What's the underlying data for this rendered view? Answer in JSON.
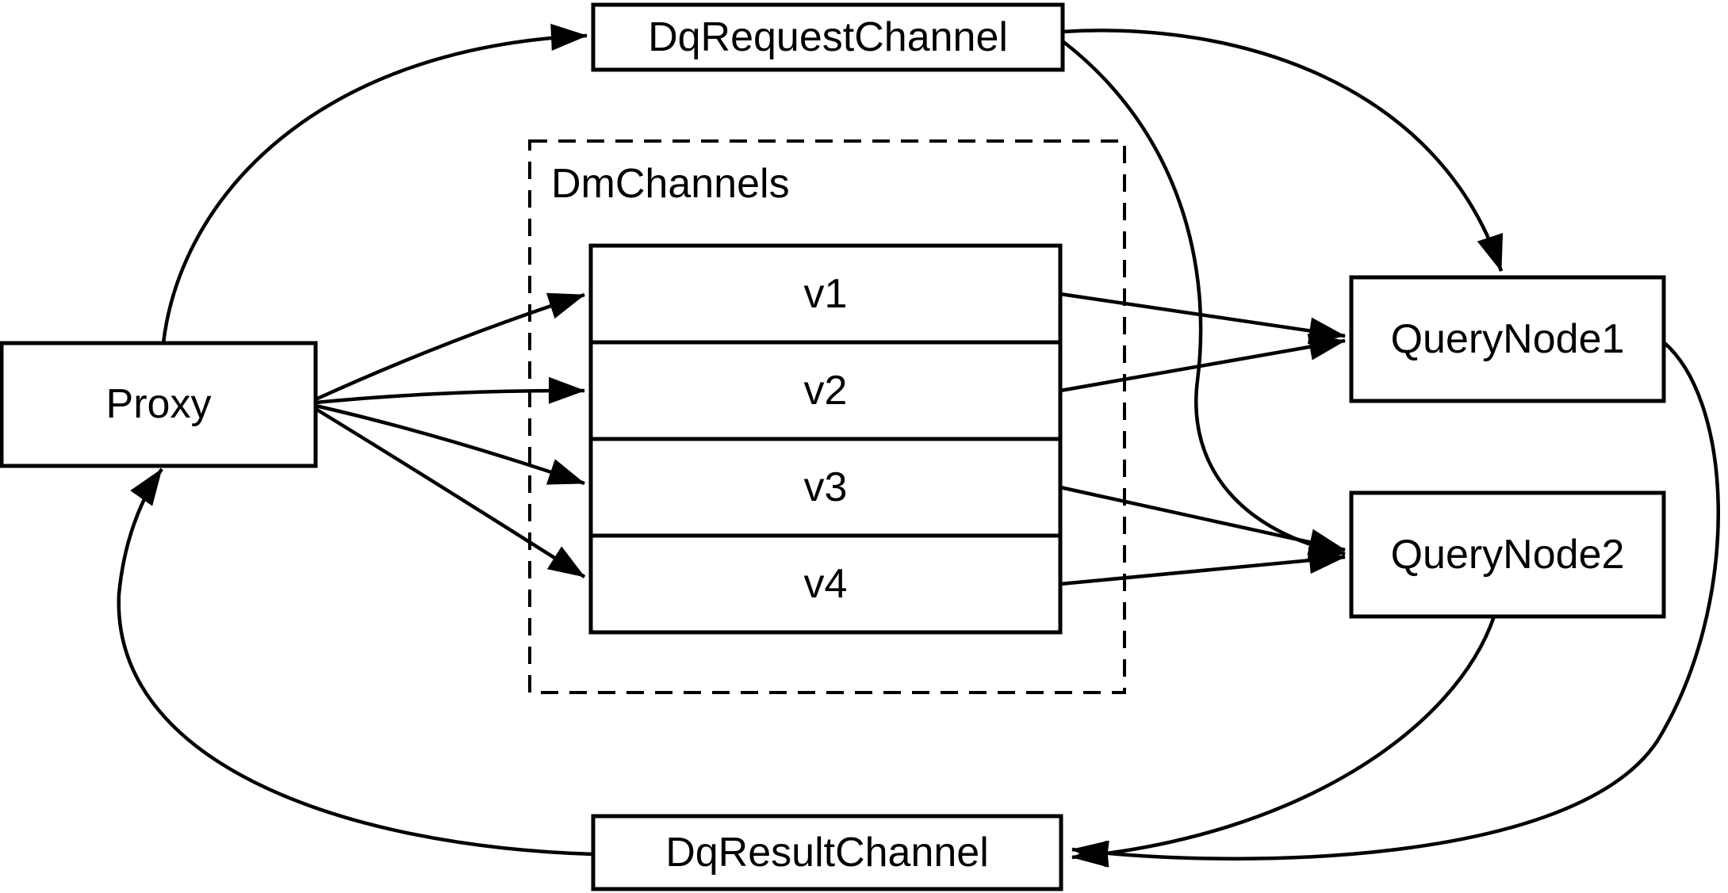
{
  "diagram": {
    "colors": {
      "background": "#ffffff",
      "line": "#000000",
      "box_fill": "#ffffff"
    },
    "nodes": {
      "proxy": {
        "label": "Proxy"
      },
      "dq_request_channel": {
        "label": "DqRequestChannel"
      },
      "dm_channels": {
        "label": "DmChannels",
        "channels": [
          {
            "label": "v1"
          },
          {
            "label": "v2"
          },
          {
            "label": "v3"
          },
          {
            "label": "v4"
          }
        ]
      },
      "query_node_1": {
        "label": "QueryNode1"
      },
      "query_node_2": {
        "label": "QueryNode2"
      },
      "dq_result_channel": {
        "label": "DqResultChannel"
      }
    },
    "edges": [
      {
        "from": "Proxy",
        "to": "DqRequestChannel"
      },
      {
        "from": "Proxy",
        "to": "v1"
      },
      {
        "from": "Proxy",
        "to": "v2"
      },
      {
        "from": "Proxy",
        "to": "v3"
      },
      {
        "from": "Proxy",
        "to": "v4"
      },
      {
        "from": "v1",
        "to": "QueryNode1"
      },
      {
        "from": "v2",
        "to": "QueryNode1"
      },
      {
        "from": "v3",
        "to": "QueryNode2"
      },
      {
        "from": "v4",
        "to": "QueryNode2"
      },
      {
        "from": "DqRequestChannel",
        "to": "QueryNode1"
      },
      {
        "from": "DqRequestChannel",
        "to": "QueryNode2"
      },
      {
        "from": "QueryNode1",
        "to": "DqResultChannel"
      },
      {
        "from": "QueryNode2",
        "to": "DqResultChannel"
      },
      {
        "from": "DqResultChannel",
        "to": "Proxy"
      }
    ]
  }
}
